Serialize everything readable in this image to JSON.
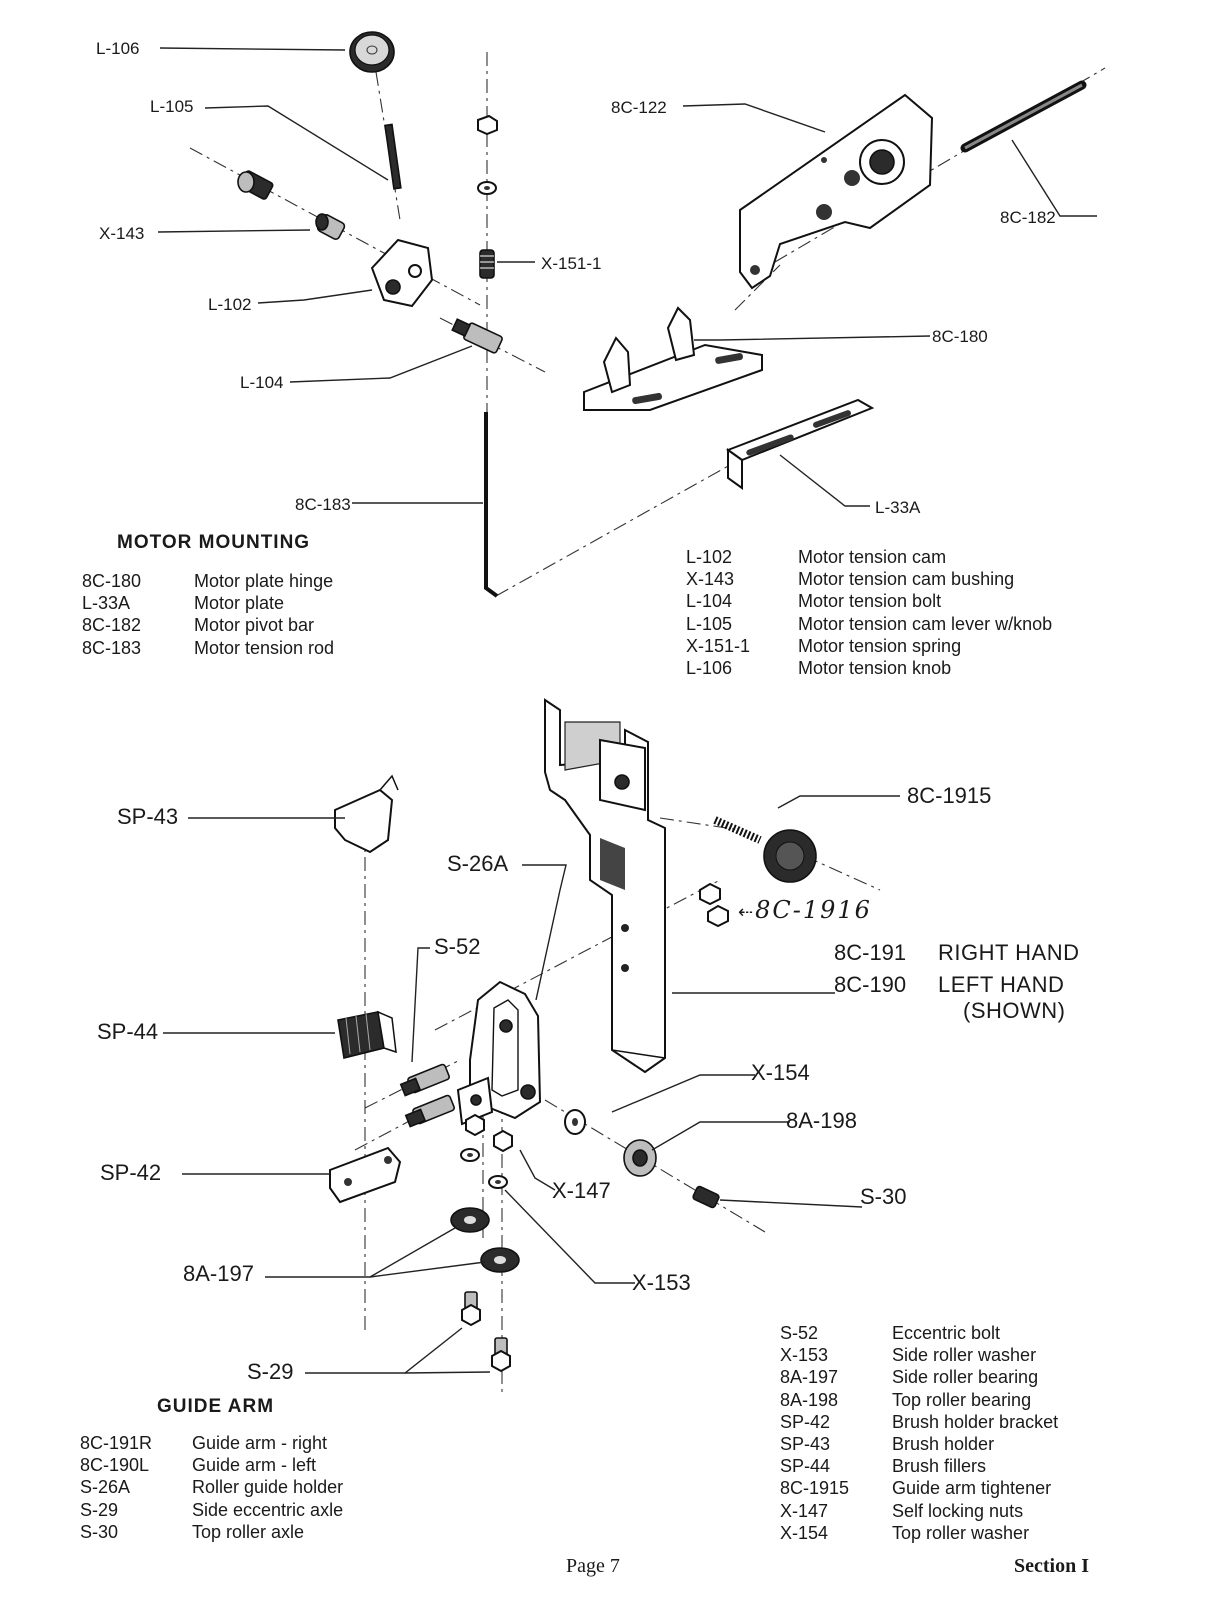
{
  "motor_mounting": {
    "heading": "MOTOR MOUNTING",
    "callouts": {
      "l106": "L-106",
      "l105": "L-105",
      "x143": "X-143",
      "l102": "L-102",
      "l104": "L-104",
      "x1511": "X-151-1",
      "c8c122": "8C-122",
      "c8c182": "8C-182",
      "c8c180": "8C-180",
      "c8c183": "8C-183",
      "l33a": "L-33A"
    },
    "legend_left": [
      {
        "code": "8C-180",
        "desc": "Motor plate hinge"
      },
      {
        "code": "L-33A",
        "desc": "Motor plate"
      },
      {
        "code": "8C-182",
        "desc": "Motor pivot bar"
      },
      {
        "code": "8C-183",
        "desc": "Motor tension rod"
      }
    ],
    "legend_right": [
      {
        "code": "L-102",
        "desc": "Motor tension cam"
      },
      {
        "code": "X-143",
        "desc": "Motor tension cam bushing"
      },
      {
        "code": "L-104",
        "desc": "Motor tension bolt"
      },
      {
        "code": "L-105",
        "desc": "Motor tension cam lever w/knob"
      },
      {
        "code": "X-151-1",
        "desc": "Motor tension spring"
      },
      {
        "code": "L-106",
        "desc": "Motor tension knob"
      }
    ]
  },
  "guide_arm": {
    "heading": "GUIDE ARM",
    "callouts": {
      "sp43": "SP-43",
      "s26a": "S-26A",
      "c8c1915": "8C-1915",
      "c8c1916": "8C-1916",
      "s52": "S-52",
      "right_code": "8C-191",
      "right_text": "RIGHT HAND",
      "left_code": "8C-190",
      "left_text": "LEFT HAND",
      "shown": "(SHOWN)",
      "sp44": "SP-44",
      "x154": "X-154",
      "c8a198": "8A-198",
      "sp42": "SP-42",
      "x147": "X-147",
      "s30": "S-30",
      "c8a197": "8A-197",
      "x153": "X-153",
      "s29": "S-29"
    },
    "legend_left": [
      {
        "code": "8C-191R",
        "desc": "Guide arm - right"
      },
      {
        "code": "8C-190L",
        "desc": "Guide arm - left"
      },
      {
        "code": "S-26A",
        "desc": "Roller guide holder"
      },
      {
        "code": "S-29",
        "desc": "Side eccentric axle"
      },
      {
        "code": "S-30",
        "desc": "Top roller axle"
      }
    ],
    "legend_right": [
      {
        "code": "S-52",
        "desc": "Eccentric bolt"
      },
      {
        "code": "X-153",
        "desc": "Side roller washer"
      },
      {
        "code": "8A-197",
        "desc": "Side roller bearing"
      },
      {
        "code": "8A-198",
        "desc": "Top roller bearing"
      },
      {
        "code": "SP-42",
        "desc": "Brush holder bracket"
      },
      {
        "code": "SP-43",
        "desc": "Brush holder"
      },
      {
        "code": "SP-44",
        "desc": "Brush fillers"
      },
      {
        "code": "8C-1915",
        "desc": "Guide arm tightener"
      },
      {
        "code": "X-147",
        "desc": "Self locking nuts"
      },
      {
        "code": "X-154",
        "desc": "Top roller washer"
      }
    ]
  },
  "footer": {
    "page": "Page 7",
    "section": "Section I"
  }
}
